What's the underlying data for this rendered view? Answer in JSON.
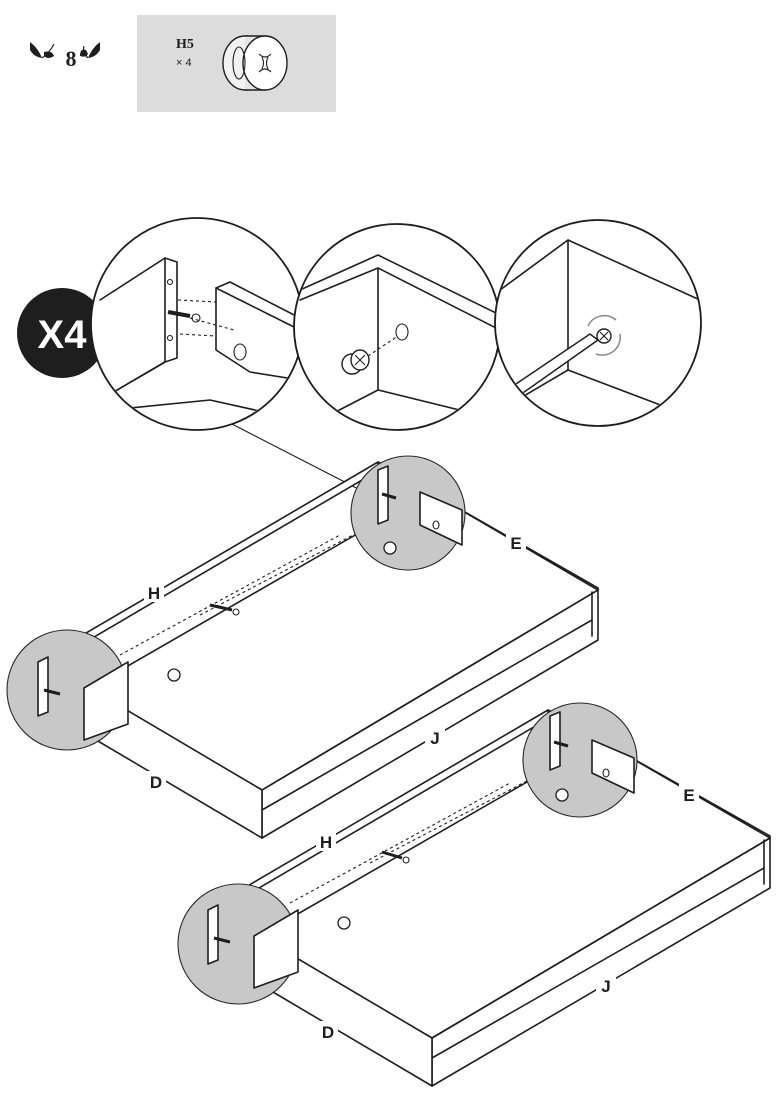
{
  "step": {
    "number": "8"
  },
  "parts": [
    {
      "code": "H5",
      "quantity": "× 4",
      "icon": "cam-lock-fitting-icon"
    }
  ],
  "repeat_badge": "X4",
  "panel_labels": {
    "top_unit": {
      "h": "H",
      "e": "E",
      "j": "J",
      "d": "D"
    },
    "bottom_unit": {
      "h": "H",
      "e": "E",
      "j": "J",
      "d": "D"
    }
  },
  "detail_steps": [
    "insert-dowel-and-cam",
    "place-cam-fitting",
    "tighten-with-screwdriver"
  ],
  "colors": {
    "ink": "#1e1e1e",
    "parts_box": "#dcdcdc",
    "detail_zone": "#c8c8c8",
    "badge": "#1e1e1e"
  }
}
